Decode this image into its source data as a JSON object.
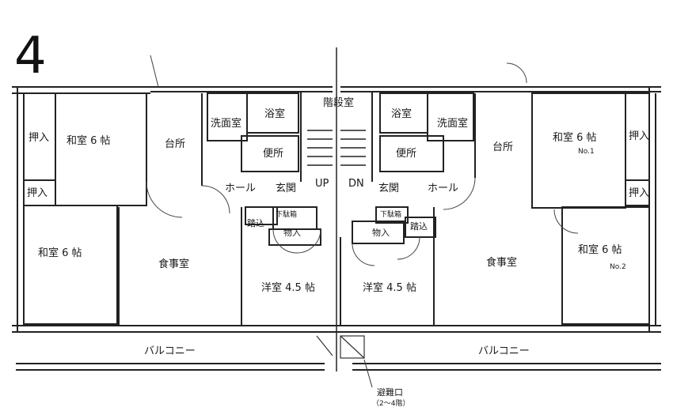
{
  "page_number": "4",
  "left_unit": {
    "washitsu_top": "和室 6 帖",
    "washitsu_bottom": "和室 6 帖",
    "oshiire_top": "押入",
    "oshiire_bottom": "押入",
    "daidokoro": "台所",
    "shokujishitsu": "食事室",
    "senmenshitsu": "洗面室",
    "yokushitsu": "浴室",
    "benjo": "便所",
    "hall": "ホール",
    "genkan": "玄関",
    "getabako": "下駄箱",
    "monoire": "物入",
    "fumikomi": "踏込",
    "youshitsu": "洋室 4.5 帖",
    "balcony": "バルコニー"
  },
  "right_unit": {
    "washitsu_top": "和室 6 帖",
    "washitsu_top_no": "No.1",
    "washitsu_bottom": "和室 6 帖",
    "washitsu_bottom_no": "No.2",
    "oshiire_top": "押入",
    "oshiire_bottom": "押入",
    "daidokoro": "台所",
    "shokujishitsu": "食事室",
    "senmenshitsu": "洗面室",
    "yokushitsu": "浴室",
    "benjo": "便所",
    "hall": "ホール",
    "genkan": "玄関",
    "getabako": "下駄箱",
    "monoire": "物入",
    "fumikomi": "踏込",
    "youshitsu": "洋室 4.5 帖",
    "balcony": "バルコニー"
  },
  "stairs": {
    "label": "階段室",
    "up": "UP",
    "down": "DN"
  },
  "exit": {
    "label": "避難口",
    "floors": "（2～4階）"
  }
}
